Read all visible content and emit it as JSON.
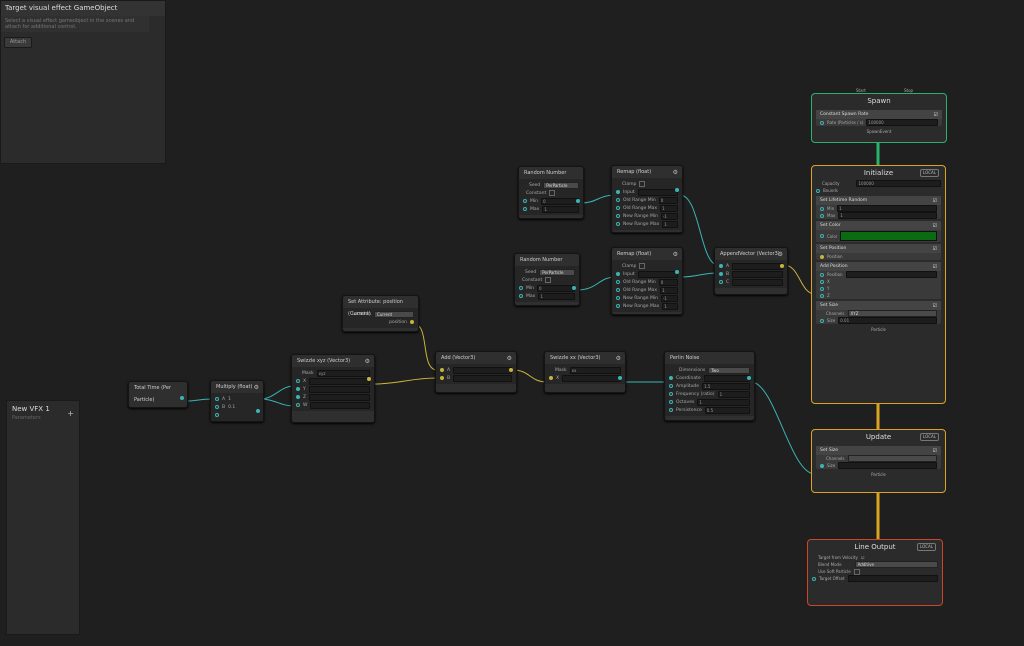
{
  "target_panel": {
    "title": "Target visual effect GameObject",
    "description": "Select a visual effect gameobject in the scenes and attach for additional control.",
    "attach_label": "Attach"
  },
  "blackboard": {
    "title": "New VFX 1",
    "subtitle": "Parameters",
    "add_label": "+"
  },
  "nodes": {
    "total_time": {
      "title": "Total Time (Per Particle)"
    },
    "multiply": {
      "title": "Multiply (float)",
      "a": "A",
      "a_val": "1",
      "b": "B",
      "b_val": "0.1"
    },
    "swizzle_xyz": {
      "title": "Swizzle xyz (Vector3)",
      "mask_label": "Mask",
      "mask_val": "xyz",
      "rows": [
        "X",
        "Y",
        "Z",
        "W"
      ]
    },
    "set_attr_pos": {
      "title": "Set Attribute: position (Current)",
      "location_label": "Location",
      "location_val": "Current",
      "out": "position"
    },
    "add_vec3": {
      "title": "Add (Vector3)",
      "a": "A",
      "b": "B"
    },
    "swizzle_xx": {
      "title": "Swizzle xx (Vector3)",
      "mask_label": "Mask",
      "mask_val": "xx",
      "in": "X"
    },
    "random1": {
      "title": "Random Number",
      "seed_label": "Seed",
      "seed_val": "PerParticle",
      "const_label": "Constant",
      "min": "Min",
      "min_val": "0",
      "max": "Max",
      "max_val": "1"
    },
    "random2": {
      "title": "Random Number",
      "seed_label": "Seed",
      "seed_val": "PerParticle",
      "const_label": "Constant",
      "min": "Min",
      "min_val": "0",
      "max": "Max",
      "max_val": "1"
    },
    "remap1": {
      "title": "Remap (float)",
      "clamp": "Clamp",
      "rows": [
        "Input",
        "Old Range Min",
        "Old Range Max",
        "New Range Min",
        "New Range Max"
      ],
      "vals": [
        "",
        "0",
        "1",
        "-1",
        "1"
      ]
    },
    "remap2": {
      "title": "Remap (float)",
      "clamp": "Clamp",
      "rows": [
        "Input",
        "Old Range Min",
        "Old Range Max",
        "New Range Min",
        "New Range Max"
      ],
      "vals": [
        "",
        "0",
        "1",
        "-1",
        "1"
      ]
    },
    "append": {
      "title": "AppendVector (Vector3)",
      "rows": [
        "A",
        "B",
        "C"
      ]
    },
    "perlin": {
      "title": "Perlin Noise",
      "dim_label": "Dimensions",
      "dim_val": "Two",
      "rows": [
        "Coordinate",
        "Amplitude",
        "Frequency (ratio)",
        "Octaves",
        "Persistence"
      ],
      "vals": [
        "",
        "1.5",
        "1",
        "1",
        "0.5"
      ]
    }
  },
  "contexts": {
    "spawn": {
      "title": "Spawn",
      "start": "Start",
      "stop": "Stop",
      "block": "Constant Spawn Rate",
      "rate_label": "Rate (Particles / s)",
      "rate_val": "100000",
      "foot": "SpawnEvent"
    },
    "initialize": {
      "title": "Initialize",
      "badge": "LOCAL",
      "capacity_label": "Capacity",
      "capacity_val": "100000",
      "bounds_label": "Bounds",
      "blocks": {
        "lifetime": {
          "title": "Set Lifetime Random",
          "min": "Min",
          "min_val": "1",
          "max": "Max",
          "max_val": "1"
        },
        "color": {
          "title": "Set Color",
          "label": "Color",
          "color": "#0a6b12"
        },
        "position": {
          "title": "Set Position",
          "label": "Position"
        },
        "add_position": {
          "title": "Add Position",
          "label": "Position",
          "rows": [
            "X",
            "Y",
            "Z"
          ]
        },
        "size": {
          "title": "Set Size",
          "channels_label": "Channels",
          "channels_val": "XYZ",
          "size_label": "Size",
          "size_val": "0.01"
        }
      },
      "foot": "Particle"
    },
    "update": {
      "title": "Update",
      "badge": "LOCAL",
      "block": "Set Size",
      "channels_label": "Channels",
      "size_label": "Size",
      "foot": "Particle"
    },
    "output": {
      "title": "Line Output",
      "badge": "LOCAL",
      "rows": [
        "Target from Velocity",
        "Blend Mode",
        "Use Soft Particle"
      ],
      "blend_val": "Additive",
      "offset_label": "Target Offset"
    }
  },
  "colors": {
    "float_port": "#3ab5b5",
    "position_port": "#c9b43a",
    "spawn_border": "#29b26b",
    "flow_border": "#d9a520",
    "output_border": "#c9472a"
  }
}
